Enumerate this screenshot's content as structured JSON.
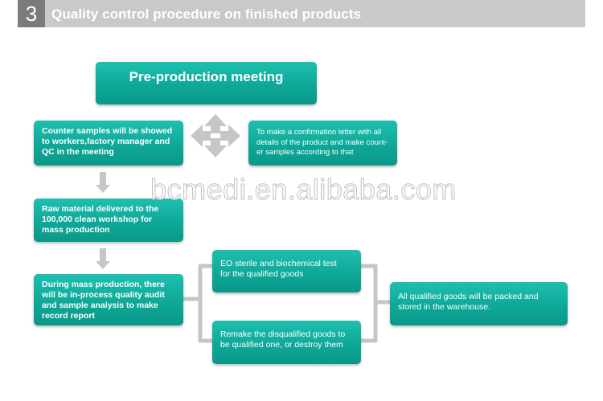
{
  "header": {
    "step_number": "3",
    "title": "Quality control procedure on finished products"
  },
  "nodes": {
    "meeting": "Pre-production meeting",
    "counter_samples": "Counter samples will be showed\n to workers,factory manager and\nQC in the meeting",
    "confirmation_letter": "To make a confirmation letter with all\ndetails of the product and make count-\ner samples according to that",
    "raw_material": "Raw material delivered to the\n100,000 clean workshop for\nmass production",
    "during_production": "During mass production, there\n will be in-process quality audit\nand sample analysis to make\nrecord report",
    "eo_sterile": "EO sterile and biochemical test\nfor the qualified goods",
    "remake": "Remake the disqualified goods to\nbe qualified one, or destroy them",
    "packed": "All qualified goods will be packed and\nstored in the warehouse."
  },
  "watermark": "bcmedi.en.alibaba.com",
  "colors": {
    "box": "#0ea898",
    "connector": "#c6c6c6",
    "header_bar": "#c9c9c9",
    "step_badge": "#7b7b7b"
  }
}
